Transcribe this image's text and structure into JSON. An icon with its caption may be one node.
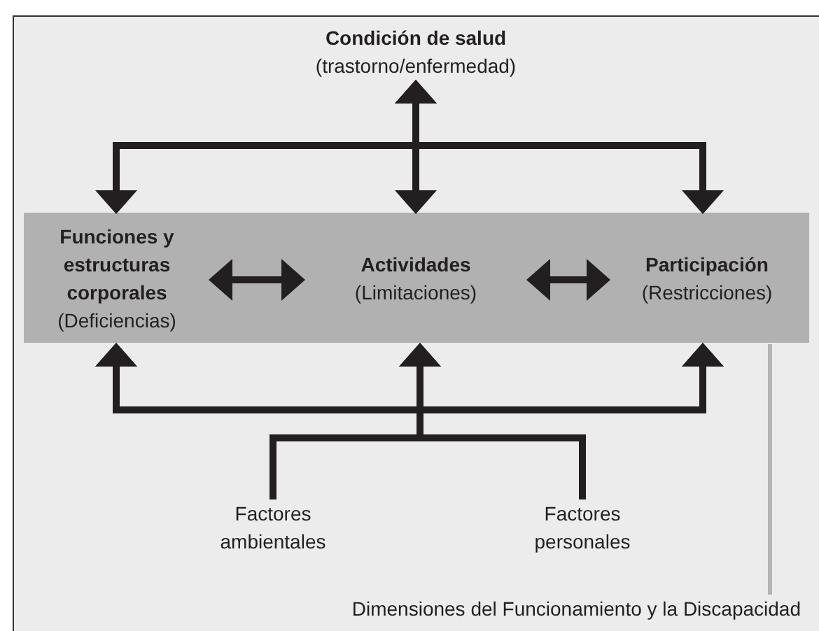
{
  "diagram": {
    "nodes": [
      {
        "text": [
          "Condición de salud",
          "(trastorno/enfermedad)"
        ]
      },
      {
        "text": [],
        "shape": "bar"
      },
      {
        "text": [
          "Funciones y estructuras corporales",
          "(Deficiencias)"
        ],
        "in": 1
      },
      {
        "text": [
          "Actividades",
          "(Limitaciones)"
        ],
        "in": 1
      },
      {
        "text": [
          "Participación",
          "(Restricciones)"
        ],
        "in": 1
      },
      {
        "text": [
          "Factores ambientales"
        ]
      },
      {
        "text": [
          "Factores personales"
        ]
      },
      {
        "text": [
          "Dimensiones del Funcionamiento y la Discapacidad"
        ]
      }
    ],
    "edges": [
      {
        "from": 0,
        "to": 2,
        "arrow": "both"
      },
      {
        "from": 0,
        "to": 3,
        "arrow": "both"
      },
      {
        "from": 0,
        "to": 4,
        "arrow": "both"
      },
      {
        "from": 2,
        "to": 3,
        "arrow": "both"
      },
      {
        "from": 3,
        "to": 4,
        "arrow": "both"
      },
      {
        "from": 5,
        "to": 2,
        "arrow": "to"
      },
      {
        "from": 5,
        "to": 3,
        "arrow": "to"
      },
      {
        "from": 5,
        "to": 4,
        "arrow": "to"
      },
      {
        "from": 6,
        "to": 2,
        "arrow": "to"
      },
      {
        "from": 6,
        "to": 3,
        "arrow": "to"
      },
      {
        "from": 6,
        "to": 4,
        "arrow": "to"
      },
      {
        "from": 7,
        "to": 1,
        "arrow": "none",
        "color": "#b4b4b4"
      }
    ]
  }
}
